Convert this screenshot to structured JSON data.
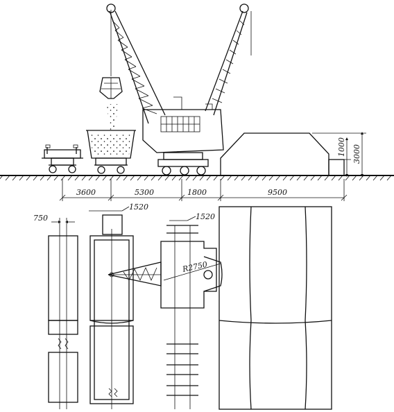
{
  "elevation_dimensions": {
    "span_1": "3600",
    "span_2": "5300",
    "span_3": "1800",
    "span_4": "9500",
    "height_1": "1000",
    "height_2": "3000"
  },
  "plan_dimensions": {
    "track_width": "750",
    "hopper_width": "1520",
    "crane_track_width": "1520",
    "swing_radius": "R2750"
  },
  "colors": {
    "ink": "#111111",
    "paper": "#ffffff"
  }
}
